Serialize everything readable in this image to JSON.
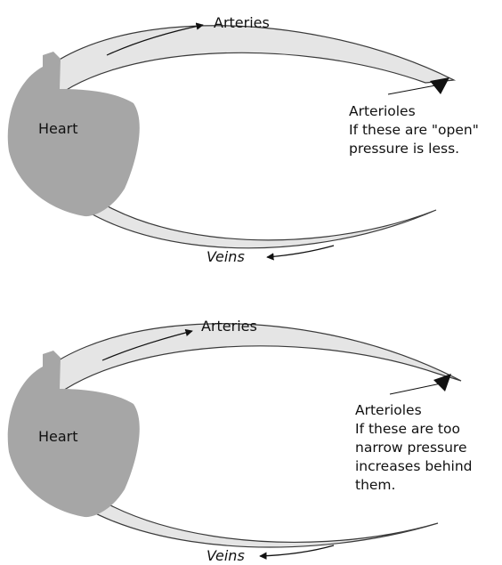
{
  "colors": {
    "vessel_fill": "#e5e5e5",
    "vessel_stroke": "#3a3a3a",
    "heart_fill": "#a6a6a6",
    "arrow": "#111111"
  },
  "diagrams": [
    {
      "heart_label": "Heart",
      "arteries_label": "Arteries",
      "veins_label": "Veins",
      "arterioles_label": "Arterioles",
      "note_lines": [
        "If these are \"open\"",
        "pressure is less."
      ]
    },
    {
      "heart_label": "Heart",
      "arteries_label": "Arteries",
      "veins_label": "Veins",
      "arterioles_label": "Arterioles",
      "note_lines": [
        "If these are too",
        "narrow pressure",
        "increases behind",
        "them."
      ]
    }
  ]
}
